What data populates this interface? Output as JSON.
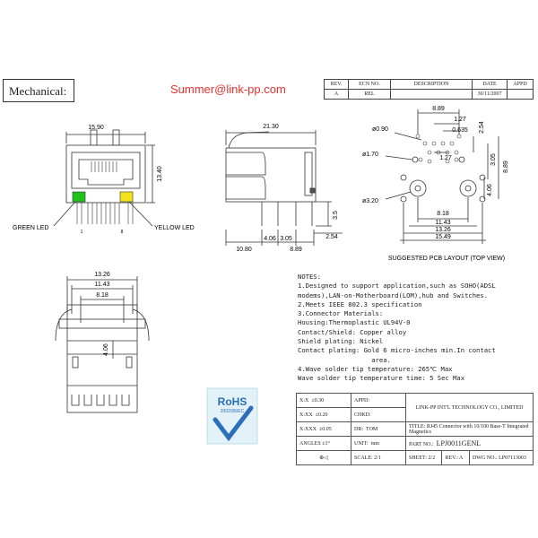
{
  "header": {
    "title": "Mechanical:",
    "email": "Summer@link-pp.com"
  },
  "revision_table": {
    "headers": [
      "REV.",
      "ECN NO.",
      "DESCRIPTION",
      "DATE",
      "APPD"
    ],
    "row": [
      "A",
      "REL",
      "",
      "30/11/2007",
      ""
    ]
  },
  "front_view": {
    "width_dim": "15.90",
    "height_dim": "13.40",
    "green_led_label": "GREEN LED",
    "yellow_led_label": "YELLOW LED",
    "pin1": "1",
    "pin8": "8",
    "led_green_color": "#22c21c",
    "led_yellow_color": "#f2e21a"
  },
  "side_view": {
    "length_dim": "21.30",
    "pin_dim": "3.5",
    "d1": "4.06",
    "d2": "3.05",
    "d3": "2.54",
    "d4": "10.80",
    "d5": "8.89"
  },
  "pcb_layout": {
    "caption": "SUGGESTED PCB LAYOUT (TOP VIEW)",
    "top_width": "8.89",
    "d127a": "1.27",
    "d0635": "0.635",
    "d254": "2.54",
    "d127b": "1.27",
    "hole_090": "ø0.90",
    "hole_170": "ø1.70",
    "hole_320": "ø3.20",
    "d305": "3.05",
    "d889v": "8.89",
    "d406": "4.06",
    "d818": "8.18",
    "d1143": "11.43",
    "d1326": "13.26",
    "d1549": "15.49"
  },
  "bottom_view": {
    "d1326": "13.26",
    "d1143": "11.43",
    "d818": "8.18",
    "d406": "4.06"
  },
  "rohs": {
    "title": "RoHS",
    "sub": "2002/95/EC"
  },
  "notes": {
    "title": "NOTES:",
    "lines": [
      "1.Designed to support application,such as SOHO(ADSL",
      "  modems),LAN-on-Motherboard(LOM),hub and Switches.",
      "2.Meets IEEE 802.3 specification",
      "3.Connector Materials:",
      "  Housing:Thermoplastic UL94V-0",
      "  Contact/Shield: Copper alloy",
      "  Shield plating: Nickel",
      "  Contact plating: Gold 6 micro-inches min.In contact",
      "                   area.",
      "4.Wave solder tip temperature: 265℃ Max",
      "  Wave solder tip temperature time: 5 Sec Max"
    ]
  },
  "title_block": {
    "tol1": "X:X",
    "tol1v": "±0.30",
    "appd": "APPD:",
    "company": "LINK-PP INT'L TECHNOLOGY CO., LIMITED",
    "tol2": "X:XX",
    "tol2v": "±0.20",
    "chkd": "CHKD:",
    "tol3": "X:XXX",
    "tol3v": "±0.05",
    "dr": "DR:",
    "dr_v": "TOM",
    "title_lbl": "TITLE:",
    "title_v": "RJ45 Connector with 10/100 Base-T Integrated Magnetics",
    "angles": "ANGLES ±1°",
    "unit": "UNIT:",
    "unit_v": "mm",
    "partno": "PART NO.:",
    "partno_v": "LPJ0011GENL",
    "scale": "SCALE:",
    "scale_v": "2/1",
    "sheet": "SHEET:",
    "sheet_v": "2/2",
    "rev": "REV.:",
    "rev_v": "A",
    "dwg": "DWG NO.:",
    "dwg_v": "LP07113003"
  }
}
